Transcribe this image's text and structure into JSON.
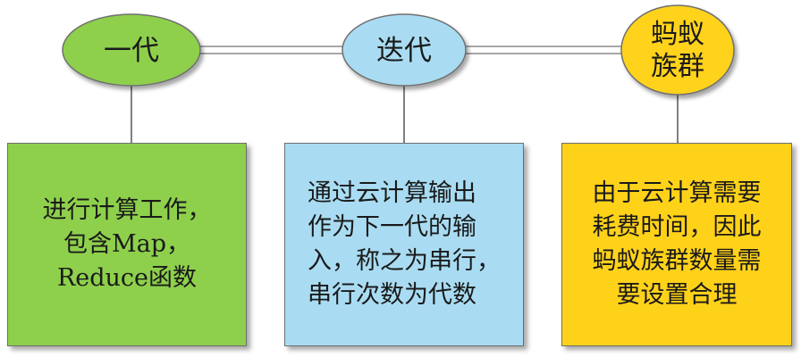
{
  "nodes": [
    {
      "label": "一代",
      "color": "#8ed04c"
    },
    {
      "label": "迭代",
      "color": "#a9dcf2"
    },
    {
      "label_line1": "蚂蚁",
      "label_line2": "族群",
      "color": "#ffd21a"
    }
  ],
  "boxes": [
    {
      "text": "进行计算工作，\n包含Map，\nReduce函数",
      "color": "#8ed04c"
    },
    {
      "text": "通过云计算输出\n作为下一代的输\n入，称之为串行，\n串行次数为代数",
      "color": "#a9dcf2"
    },
    {
      "text": "由于云计算需要\n耗费时间，因此\n蚂蚁族群数量需\n要设置合理",
      "color": "#ffd21a"
    }
  ]
}
